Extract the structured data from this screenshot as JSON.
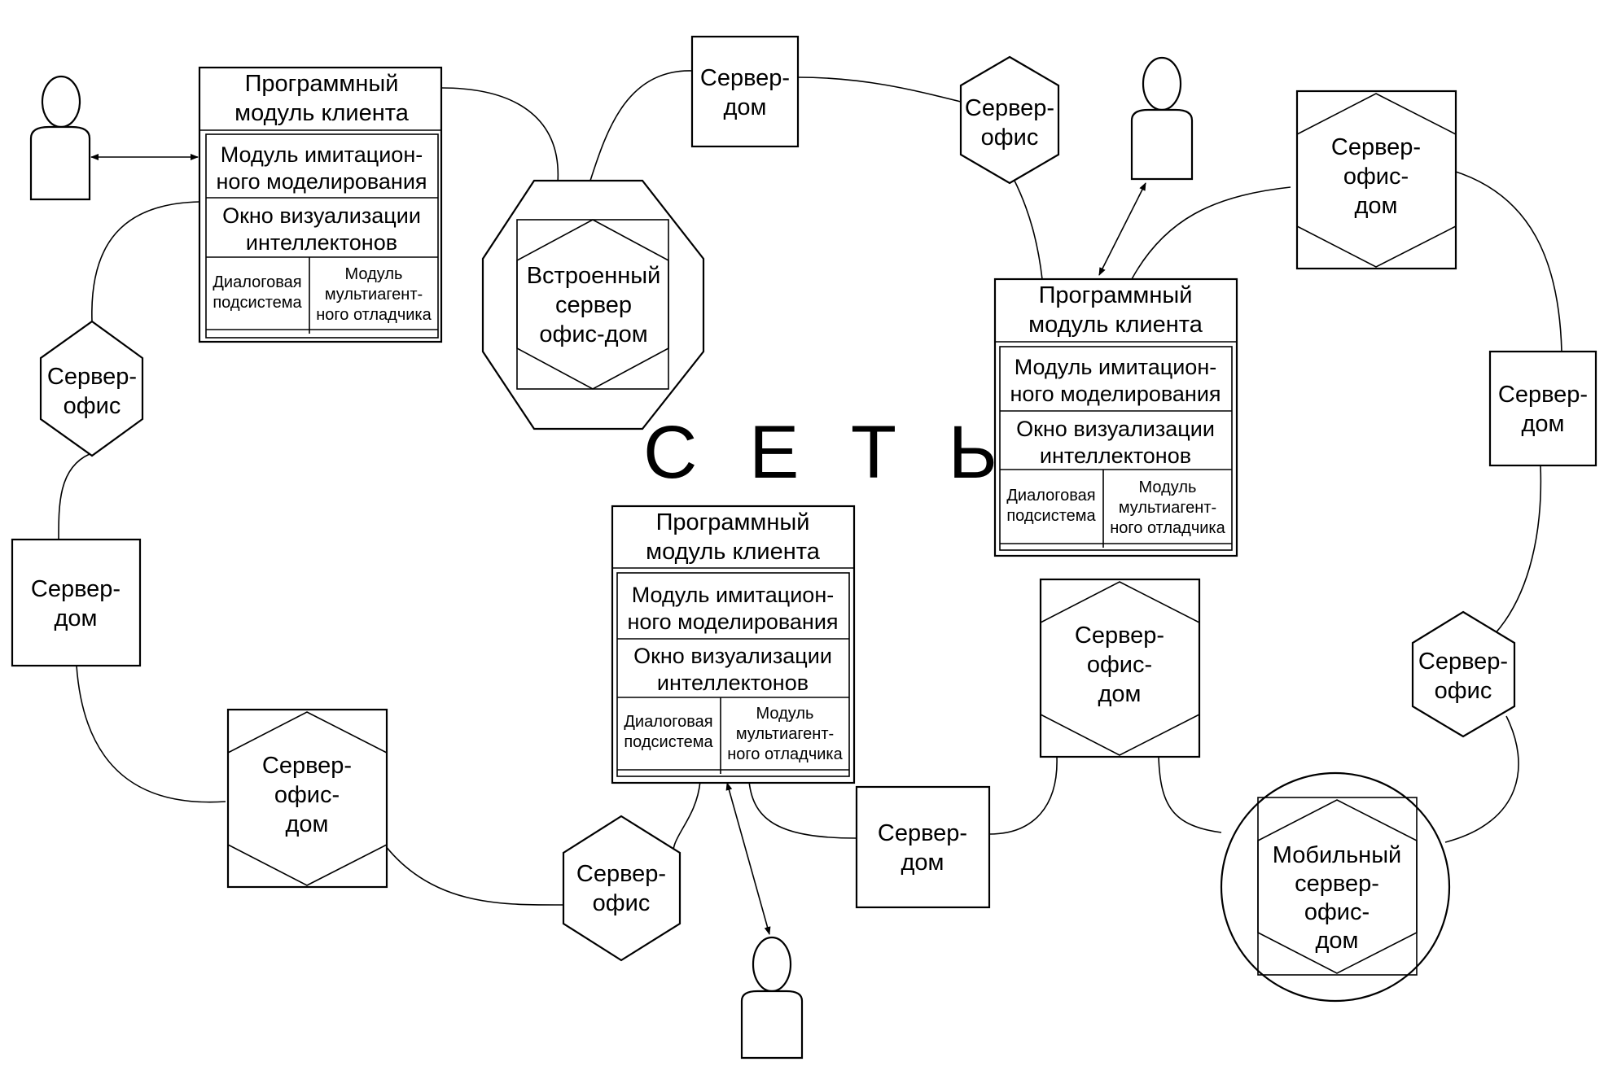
{
  "network_label": "С Е Т Ь",
  "client_module": {
    "title": [
      "Программный",
      "модуль клиента"
    ],
    "simulation": [
      "Модуль имитацион-",
      "ного моделирования"
    ],
    "visualization": [
      "Окно визуализации",
      "интеллектонов"
    ],
    "dialog": [
      "Диалоговая",
      "подсистема"
    ],
    "debugger": [
      "Модуль",
      "мультиагент-",
      "ного отладчика"
    ]
  },
  "servers": {
    "server_home": [
      "Сервер-",
      "дом"
    ],
    "server_office": [
      "Сервер-",
      "офис"
    ],
    "server_office_home": [
      "Сервер-",
      "офис-",
      "дом"
    ],
    "embedded": [
      "Встроенный",
      "сервер",
      "офис-дом"
    ],
    "mobile": [
      "Мобильный",
      "сервер-",
      "офис-",
      "дом"
    ]
  }
}
